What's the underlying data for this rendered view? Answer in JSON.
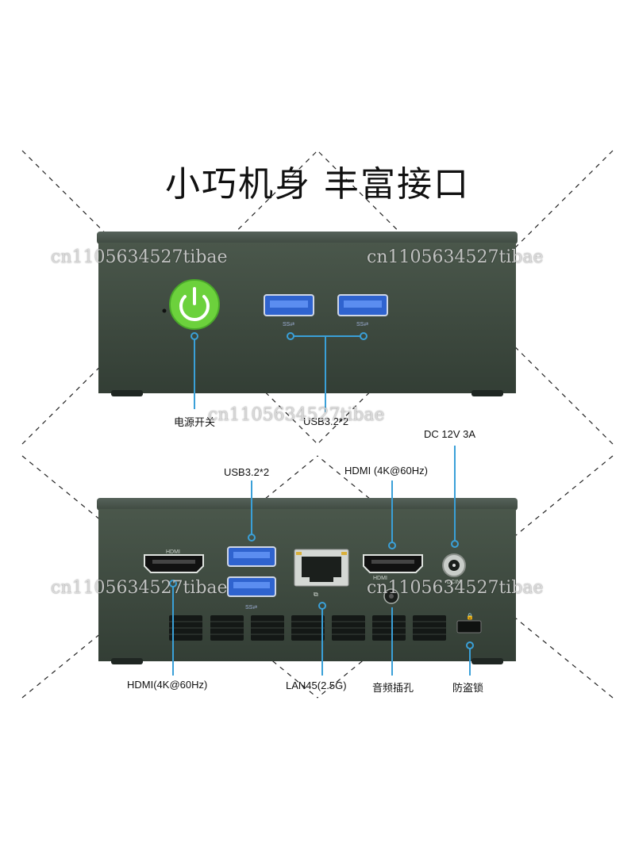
{
  "headline": "小巧机身 丰富接口",
  "watermark": "cn1105634527tibae",
  "front_labels": {
    "power_switch": "电源开关",
    "usb_front": "USB3.2*2"
  },
  "rear_labels": {
    "usb_rear": "USB3.2*2",
    "hdmi_rear_top": "HDMI (4K@60Hz)",
    "dc_in": "DC 12V 3A",
    "hdmi_rear_bottom": "HDMI(4K@60Hz)",
    "lan": "LAN45(2.5G)",
    "audio": "音频插孔",
    "lock": "防盗锁"
  },
  "colors": {
    "chassis": "#3d4a3f",
    "callout": "#3aa0d8",
    "usb_blue": "#3b6fd6",
    "power_green": "#6cd13c"
  },
  "icons": [
    "power-icon",
    "usb-port-icon",
    "hdmi-port-icon",
    "ethernet-port-icon",
    "dc-jack-icon",
    "audio-jack-icon",
    "lock-slot-icon"
  ]
}
